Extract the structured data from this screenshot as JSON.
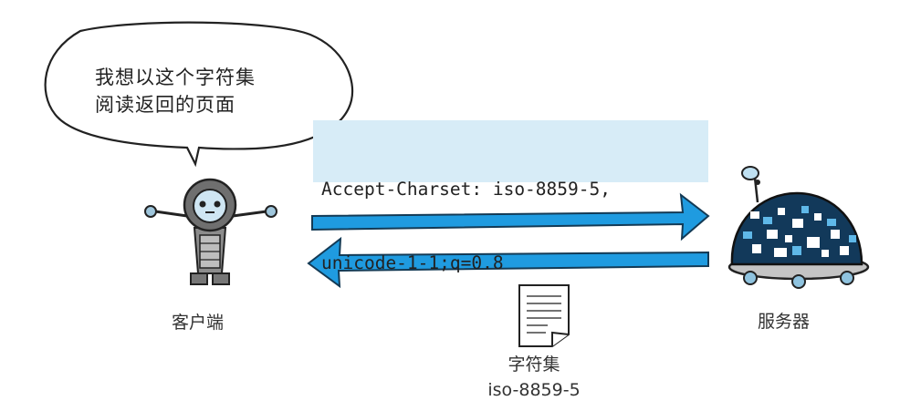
{
  "speech_bubble": {
    "line1": "我想以这个字符集",
    "line2": "阅读返回的页面"
  },
  "request_header": {
    "line1": "Accept-Charset: iso-8859-5,",
    "line2": "unicode-1-1;q=0.8"
  },
  "client": {
    "label": "客户端"
  },
  "server": {
    "label": "服务器"
  },
  "document": {
    "title": "字符集",
    "charset": "iso-8859-5"
  },
  "colors": {
    "arrow_blue": "#1f9be0",
    "header_bg": "#d7ecf7",
    "server_body": "#12395a"
  }
}
